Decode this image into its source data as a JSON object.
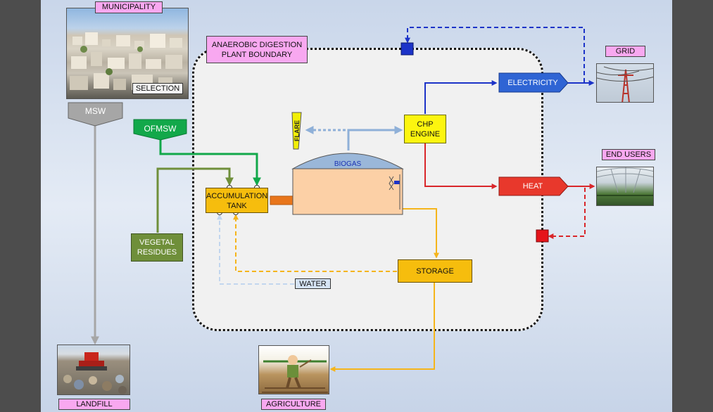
{
  "labels": {
    "municipality": "MUNICIPALITY",
    "selection": "SELECTION",
    "msw": "MSW",
    "ofmsw": "OFMSW",
    "vegetal_line1": "VEGETAL",
    "vegetal_line2": "RESIDUES",
    "landfill": "LANDFILL",
    "boundary_line1": "ANAEROBIC DIGESTION",
    "boundary_line2": "PLANT BOUNDARY",
    "flare": "FLARE",
    "biogas": "BIOGAS",
    "chp_line1": "CHP",
    "chp_line2": "ENGINE",
    "accumulation_line1": "ACCUMULATION",
    "accumulation_line2": "TANK",
    "storage": "STORAGE",
    "water": "WATER",
    "electricity": "ELECTRICITY",
    "heat": "HEAT",
    "grid": "GRID",
    "end_users": "END USERS",
    "agriculture": "AGRICULTURE"
  },
  "colors": {
    "green": "#12a84a",
    "olive": "#6f8f3a",
    "grey": "#a6a6a6",
    "blue": "#1c33c8",
    "red": "#d9262a",
    "yellow": "#f5b51b",
    "lightblue": "#8fb0d8",
    "pink": "#f8a8f0"
  }
}
